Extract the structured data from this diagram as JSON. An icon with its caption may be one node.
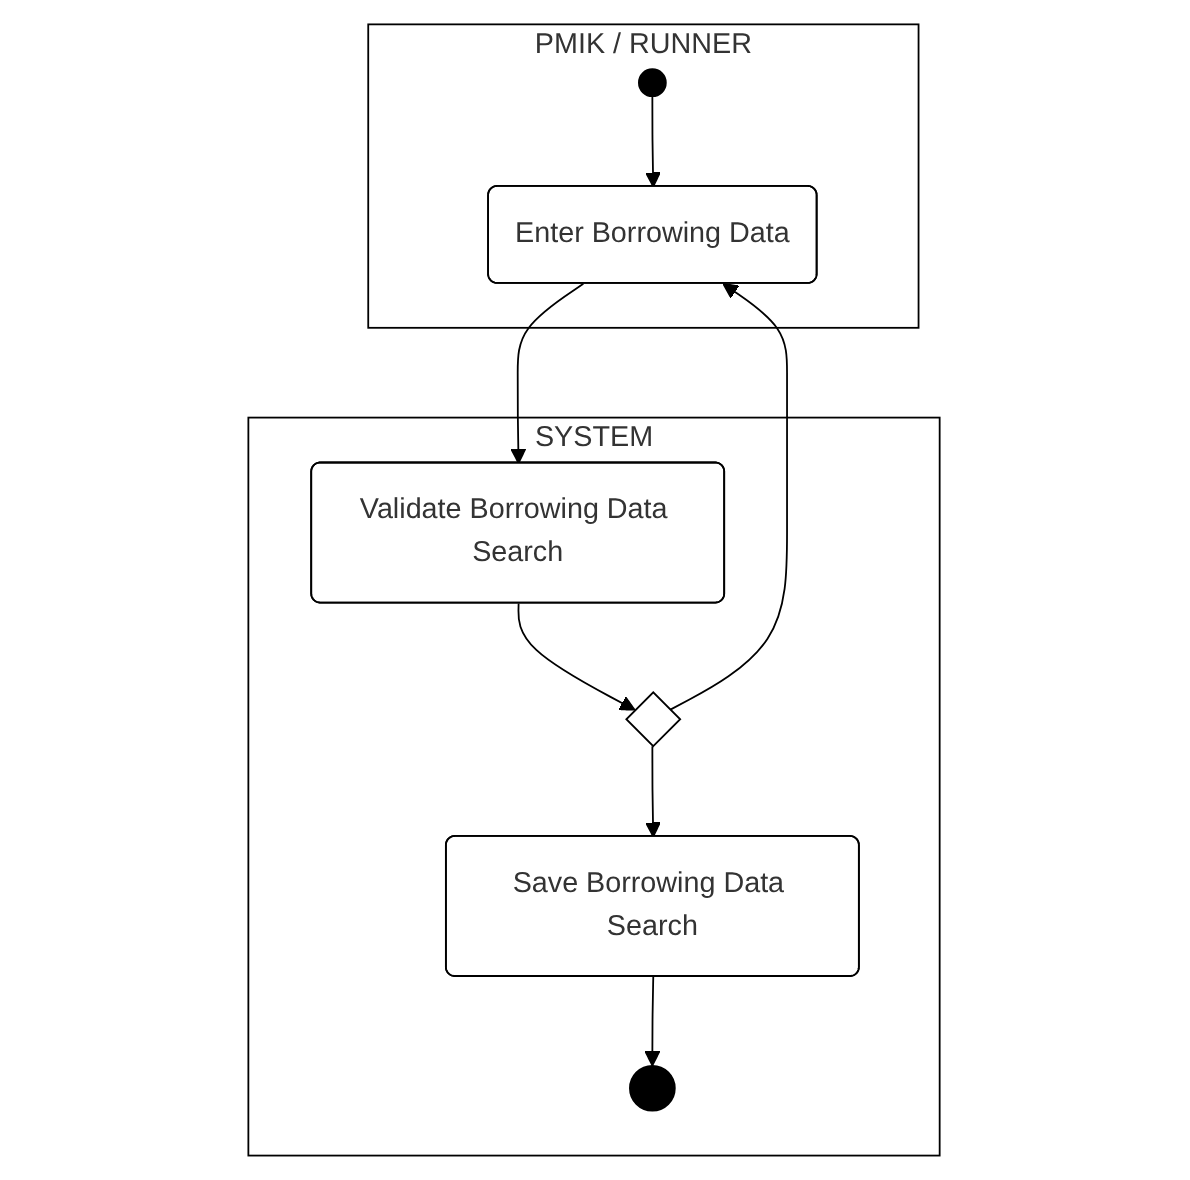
{
  "diagram": {
    "nodes": [
      {
        "text": [
          "PMIK / RUNNER"
        ]
      },
      {
        "text": [
          "SYSTEM"
        ]
      },
      {
        "text": [],
        "shape": "circle",
        "in": 0
      },
      {
        "text": [
          "Enter Borrowing Data"
        ],
        "in": 0
      },
      {
        "text": [
          "Validate Borrowing Data Search"
        ],
        "in": 1
      },
      {
        "text": [],
        "shape": "diamond",
        "in": 1
      },
      {
        "text": [
          "Save Borrowing Data Search"
        ],
        "in": 1
      },
      {
        "text": [],
        "shape": "bullseye",
        "in": 1
      }
    ],
    "edges": [
      {
        "from": 2,
        "to": 3,
        "arrow": "to"
      },
      {
        "from": 3,
        "to": 4,
        "arrow": "to"
      },
      {
        "from": 4,
        "to": 5,
        "arrow": "to"
      },
      {
        "from": 5,
        "to": 3,
        "arrow": "to"
      },
      {
        "from": 5,
        "to": 6,
        "arrow": "to"
      },
      {
        "from": 6,
        "to": 7,
        "arrow": "to"
      }
    ]
  }
}
